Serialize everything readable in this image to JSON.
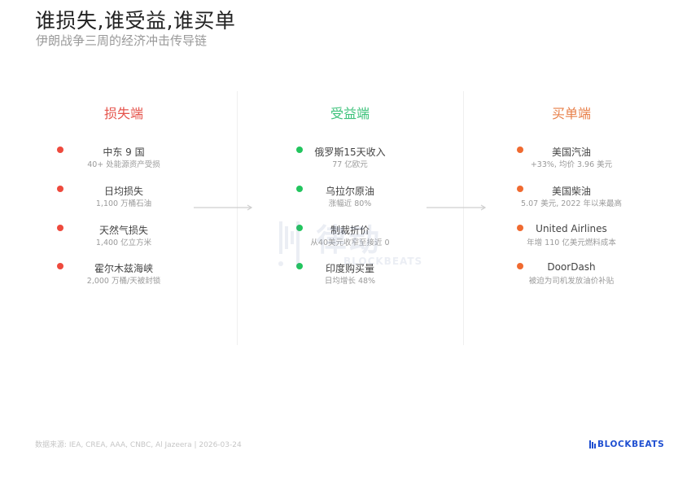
{
  "header": {
    "title": "谁损失,谁受益,谁买单",
    "subtitle": "伊朗战争三周的经济冲击传导链"
  },
  "columns": [
    {
      "heading": "损失端",
      "color": "#e5534b",
      "items": [
        {
          "name": "中东 9 国",
          "desc": "40+ 处能源资产受损"
        },
        {
          "name": "日均损失",
          "desc": "1,100 万桶石油"
        },
        {
          "name": "天然气损失",
          "desc": "1,400 亿立方米"
        },
        {
          "name": "霍尔木兹海峡",
          "desc": "2,000 万桶/天被封锁"
        }
      ]
    },
    {
      "heading": "受益端",
      "color": "#3cc27a",
      "items": [
        {
          "name": "俄罗斯15天收入",
          "desc": "77 亿欧元"
        },
        {
          "name": "乌拉尔原油",
          "desc": "涨幅近 80%"
        },
        {
          "name": "制裁折价",
          "desc": "从40美元收窄至接近 0"
        },
        {
          "name": "印度购买量",
          "desc": "日均增长 48%"
        }
      ]
    },
    {
      "heading": "买单端",
      "color": "#e8804a",
      "items": [
        {
          "name": "美国汽油",
          "desc": "+33%, 均价 3.96 美元"
        },
        {
          "name": "美国柴油",
          "desc": "5.07 美元, 2022 年以来最高"
        },
        {
          "name": "United Airlines",
          "desc": "年增 110 亿美元燃料成本"
        },
        {
          "name": "DoorDash",
          "desc": "被迫为司机发放油价补贴"
        }
      ]
    }
  ],
  "dot_colors": {
    "loss": "#ee4a3d",
    "gain": "#22c55e",
    "pay": "#f06a30"
  },
  "watermark": {
    "text": "律动",
    "sub": "BLOCKBEATS"
  },
  "footer": {
    "source": "数据来源: IEA, CREA, AAA, CNBC, Al Jazeera | 2026-03-24",
    "brand": "BLOCKBEATS",
    "brand_color": "#1f4fd1"
  }
}
